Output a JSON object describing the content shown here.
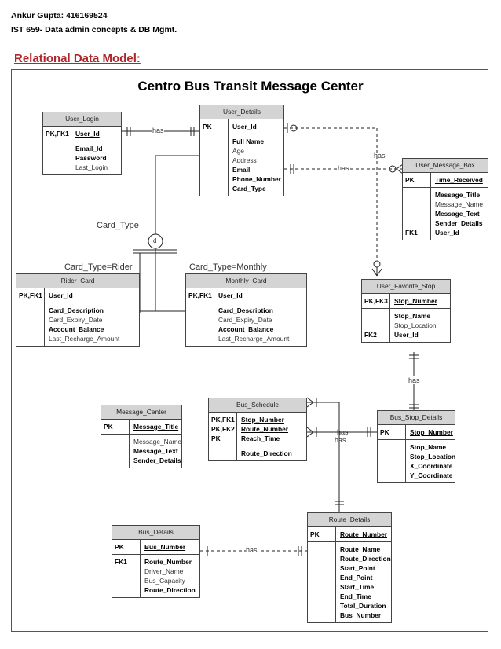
{
  "header": {
    "author": "Ankur Gupta: 416169524",
    "course": "IST 659- Data admin concepts & DB Mgmt.",
    "section_title": "Relational Data Model:"
  },
  "diagram": {
    "title": "Centro Bus Transit Message Center",
    "labels": {
      "card_type": "Card_Type",
      "card_type_rider": "Card_Type=Rider",
      "card_type_monthly": "Card_Type=Monthly",
      "disjoint": "d",
      "has": "has"
    },
    "tables": [
      {
        "id": "user_login",
        "name": "User_Login",
        "pk": [
          {
            "key": "PK,FK1",
            "field": "User_Id"
          }
        ],
        "attrs": [
          {
            "key": "",
            "field": "Email_Id",
            "bold": true
          },
          {
            "key": "",
            "field": "Password",
            "bold": true
          },
          {
            "key": "",
            "field": "Last_Login",
            "bold": false
          }
        ]
      },
      {
        "id": "user_details",
        "name": "User_Details",
        "pk": [
          {
            "key": "PK",
            "field": "User_Id"
          }
        ],
        "attrs": [
          {
            "key": "",
            "field": "Full Name",
            "bold": true
          },
          {
            "key": "",
            "field": "Age",
            "bold": false
          },
          {
            "key": "",
            "field": "Address",
            "bold": false
          },
          {
            "key": "",
            "field": "Email",
            "bold": true
          },
          {
            "key": "",
            "field": "Phone_Number",
            "bold": true
          },
          {
            "key": "",
            "field": "Card_Type",
            "bold": true
          }
        ]
      },
      {
        "id": "user_message_box",
        "name": "User_Message_Box",
        "pk": [
          {
            "key": "PK",
            "field": "Time_Received"
          }
        ],
        "attrs": [
          {
            "key": "",
            "field": "Message_Title",
            "bold": true
          },
          {
            "key": "",
            "field": "Message_Name",
            "bold": false
          },
          {
            "key": "",
            "field": "Message_Text",
            "bold": true
          },
          {
            "key": "",
            "field": "Sender_Details",
            "bold": true
          },
          {
            "key": "FK1",
            "field": "User_Id",
            "bold": true
          }
        ]
      },
      {
        "id": "rider_card",
        "name": "Rider_Card",
        "pk": [
          {
            "key": "PK,FK1",
            "field": "User_Id"
          }
        ],
        "attrs": [
          {
            "key": "",
            "field": "Card_Description",
            "bold": true
          },
          {
            "key": "",
            "field": "Card_Expiry_Date",
            "bold": false
          },
          {
            "key": "",
            "field": "Account_Balance",
            "bold": true
          },
          {
            "key": "",
            "field": "Last_Recharge_Amount",
            "bold": false
          }
        ]
      },
      {
        "id": "monthly_card",
        "name": "Monthly_Card",
        "pk": [
          {
            "key": "PK,FK1",
            "field": "User_Id"
          }
        ],
        "attrs": [
          {
            "key": "",
            "field": "Card_Description",
            "bold": true
          },
          {
            "key": "",
            "field": "Card_Expiry_Date",
            "bold": false
          },
          {
            "key": "",
            "field": "Account_Balance",
            "bold": true
          },
          {
            "key": "",
            "field": "Last_Recharge_Amount",
            "bold": false
          }
        ]
      },
      {
        "id": "user_favorite_stop",
        "name": "User_Favorite_Stop",
        "pk": [
          {
            "key": "PK,FK3",
            "field": "Stop_Number"
          }
        ],
        "attrs": [
          {
            "key": "",
            "field": "Stop_Name",
            "bold": true
          },
          {
            "key": "",
            "field": "Stop_Location",
            "bold": false
          },
          {
            "key": "FK2",
            "field": "User_Id",
            "bold": true
          }
        ]
      },
      {
        "id": "message_center",
        "name": "Message_Center",
        "pk": [
          {
            "key": "PK",
            "field": "Message_Title"
          }
        ],
        "attrs": [
          {
            "key": "",
            "field": "Message_Name",
            "bold": false
          },
          {
            "key": "",
            "field": "Message_Text",
            "bold": true
          },
          {
            "key": "",
            "field": "Sender_Details",
            "bold": true
          }
        ]
      },
      {
        "id": "bus_schedule",
        "name": "Bus_Schedule",
        "pk": [
          {
            "key": "PK,FK1",
            "field": "Stop_Number"
          },
          {
            "key": "PK,FK2",
            "field": "Route_Number"
          },
          {
            "key": "PK",
            "field": "Reach_Time"
          }
        ],
        "attrs": [
          {
            "key": "",
            "field": "Route_Direction",
            "bold": true
          }
        ]
      },
      {
        "id": "bus_stop_details",
        "name": "Bus_Stop_Details",
        "pk": [
          {
            "key": "PK",
            "field": "Stop_Number"
          }
        ],
        "attrs": [
          {
            "key": "",
            "field": "Stop_Name",
            "bold": true
          },
          {
            "key": "",
            "field": "Stop_Location",
            "bold": true
          },
          {
            "key": "",
            "field": "X_Coordinate",
            "bold": true
          },
          {
            "key": "",
            "field": "Y_Coordinate",
            "bold": true
          }
        ]
      },
      {
        "id": "bus_details",
        "name": "Bus_Details",
        "pk": [
          {
            "key": "PK",
            "field": "Bus_Number"
          }
        ],
        "attrs": [
          {
            "key": "FK1",
            "field": "Route_Number",
            "bold": true
          },
          {
            "key": "",
            "field": "Driver_Name",
            "bold": false
          },
          {
            "key": "",
            "field": "Bus_Capacity",
            "bold": false
          },
          {
            "key": "",
            "field": "Route_Direction",
            "bold": true
          }
        ]
      },
      {
        "id": "route_details",
        "name": "Route_Details",
        "pk": [
          {
            "key": "PK",
            "field": "Route_Number"
          }
        ],
        "attrs": [
          {
            "key": "",
            "field": "Route_Name",
            "bold": true
          },
          {
            "key": "",
            "field": "Route_Direction",
            "bold": true
          },
          {
            "key": "",
            "field": "Start_Point",
            "bold": true
          },
          {
            "key": "",
            "field": "End_Point",
            "bold": true
          },
          {
            "key": "",
            "field": "Start_Time",
            "bold": true
          },
          {
            "key": "",
            "field": "End_Time",
            "bold": true
          },
          {
            "key": "",
            "field": "Total_Duration",
            "bold": true
          },
          {
            "key": "",
            "field": "Bus_Number",
            "bold": true
          }
        ]
      }
    ]
  }
}
